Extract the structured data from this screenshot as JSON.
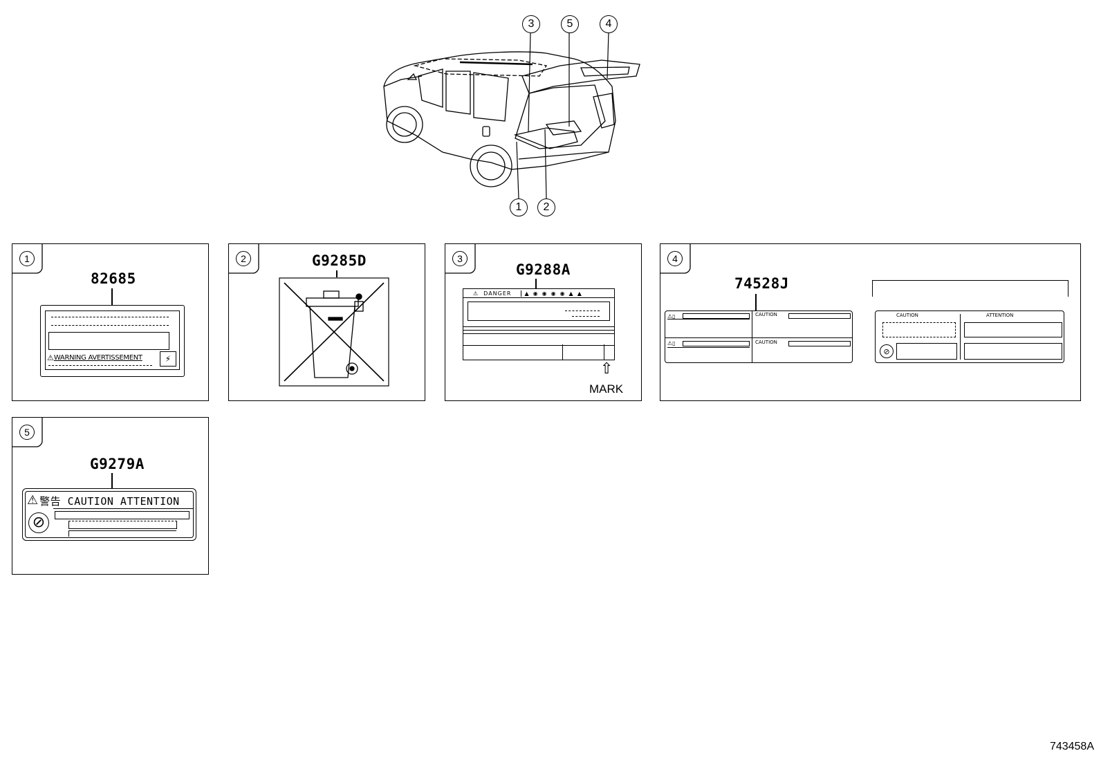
{
  "vehicle_callouts": [
    "1",
    "2",
    "3",
    "4",
    "5"
  ],
  "panels": [
    {
      "number": "1",
      "part_no": "82685",
      "label_text": "WARNING AVERTISSEMENT"
    },
    {
      "number": "2",
      "part_no": "G9285D"
    },
    {
      "number": "3",
      "part_no": "G9288A",
      "label_text": "DANGER",
      "mark": "MARK"
    },
    {
      "number": "4",
      "part_no": "74528J",
      "label_left": {
        "caution_1": "CAUTION",
        "caution_2": "CAUTION"
      },
      "label_right": {
        "caution": "CAUTION",
        "attention": "ATTENTION"
      }
    },
    {
      "number": "5",
      "part_no": "G9279A",
      "label_text": "警告 CAUTION ATTENTION"
    }
  ],
  "figure_id": "743458A"
}
